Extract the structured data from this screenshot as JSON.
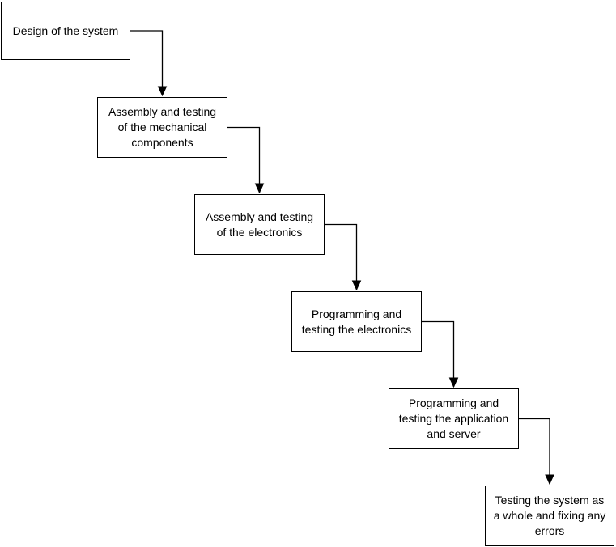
{
  "diagram": {
    "type": "flowchart",
    "background_color": "#ffffff",
    "node_fill_color": "#ffffff",
    "node_border_color": "#000000",
    "connector_color": "#000000",
    "text_color": "#000000",
    "nodes": [
      {
        "id": "design-system",
        "label": "Design of the system"
      },
      {
        "id": "assembly-mechanical",
        "label": "Assembly and testing\nof the mechanical\ncomponents"
      },
      {
        "id": "assembly-electronics",
        "label": "Assembly and testing\nof the electronics"
      },
      {
        "id": "programming-electronics",
        "label": "Programming and\ntesting the electronics"
      },
      {
        "id": "programming-application",
        "label": "Programming and\ntesting the application\nand server"
      },
      {
        "id": "testing-whole-system",
        "label": "Testing the system as\na whole and fixing any\nerrors"
      }
    ],
    "edges": [
      {
        "from": "design-system",
        "to": "assembly-mechanical"
      },
      {
        "from": "assembly-mechanical",
        "to": "assembly-electronics"
      },
      {
        "from": "assembly-electronics",
        "to": "programming-electronics"
      },
      {
        "from": "programming-electronics",
        "to": "programming-application"
      },
      {
        "from": "programming-application",
        "to": "testing-whole-system"
      }
    ]
  }
}
